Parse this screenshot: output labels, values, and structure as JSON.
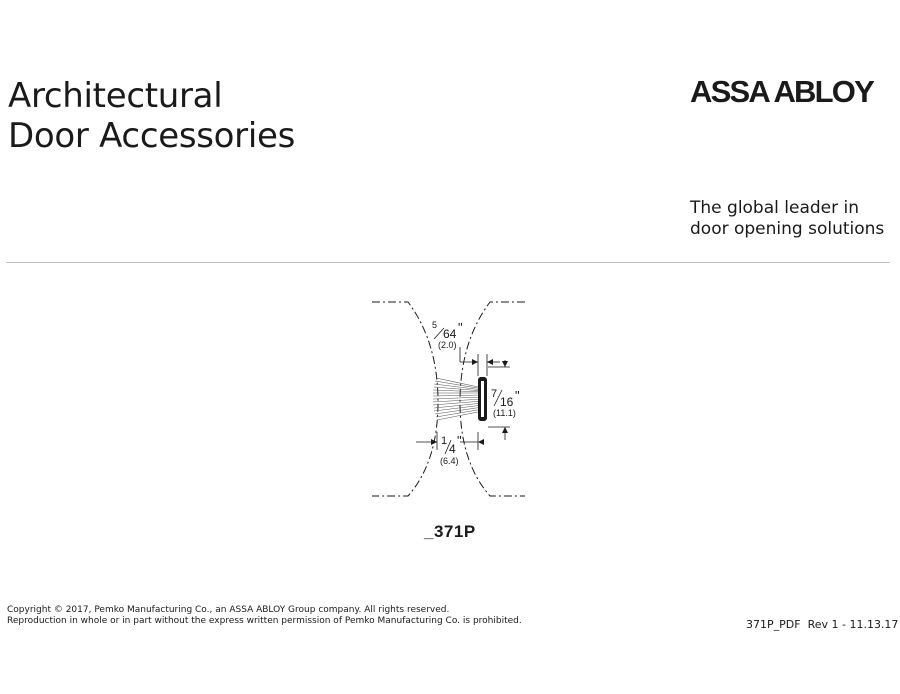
{
  "header": {
    "title_line1": "Architectural",
    "title_line2": "Door Accessories",
    "brand_logo": "ASSA ABLOY",
    "tagline_line1": "The global leader in",
    "tagline_line2": "door opening solutions"
  },
  "drawing": {
    "dim_top_num": "5",
    "dim_top_den": "64",
    "dim_top_unit": "\"",
    "dim_top_mm": "(2.0)",
    "dim_right_num": "7",
    "dim_right_den": "16",
    "dim_right_unit": "\"",
    "dim_right_mm": "(11.1)",
    "dim_bottom_num": "1",
    "dim_bottom_den": "4",
    "dim_bottom_unit": "\"",
    "dim_bottom_mm": "(6.4)"
  },
  "model_label": "_371P",
  "footer": {
    "copyright_line1": "Copyright © 2017, Pemko Manufacturing Co., an ASSA ABLOY Group company. All rights reserved.",
    "copyright_line2": "Reproduction in whole or in part without the express written permission of Pemko Manufacturing Co. is prohibited.",
    "doc_id": "371P_PDF",
    "revision": "Rev 1 - 11.13.17"
  }
}
